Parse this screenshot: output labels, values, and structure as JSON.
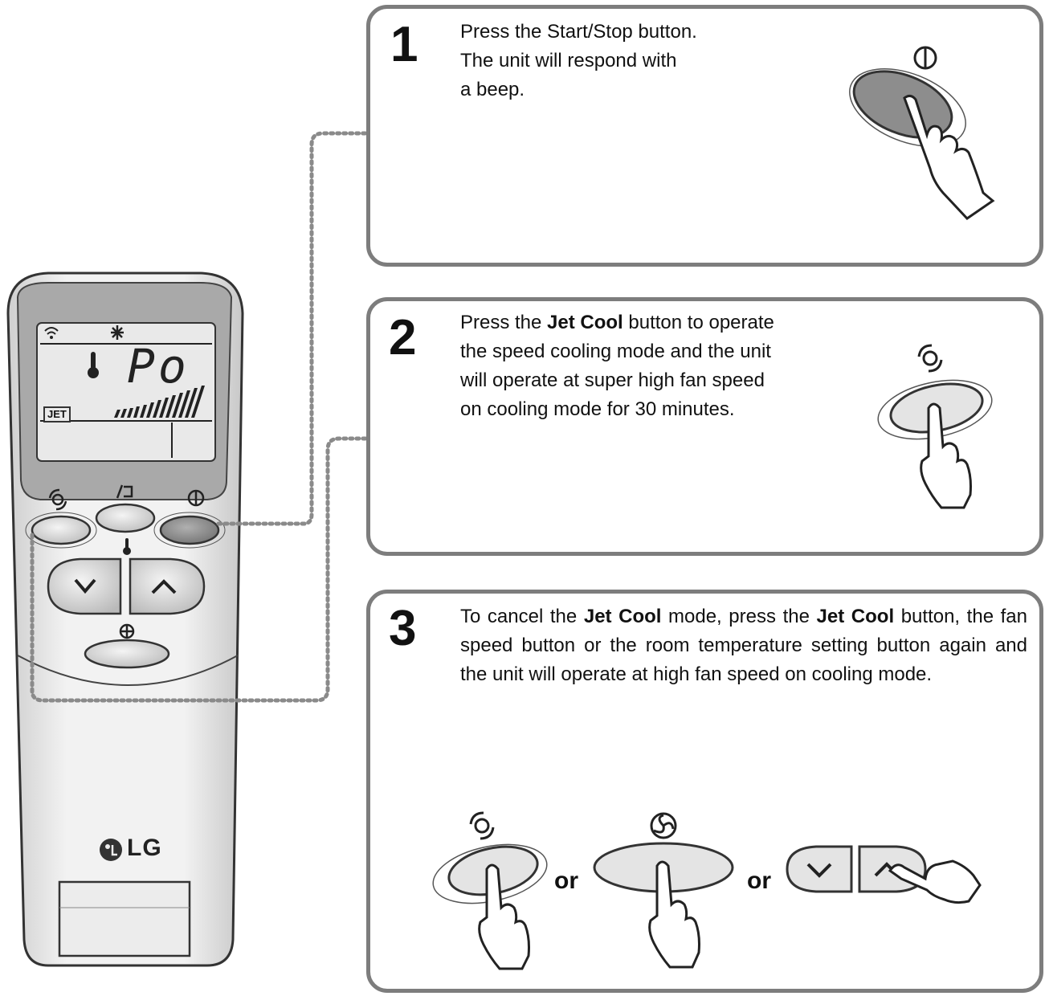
{
  "remote": {
    "display": {
      "mode_readout": "Po",
      "jet_label": "JET"
    },
    "brand": "LG",
    "icons": [
      "signal-icon",
      "snowflake-icon",
      "thermometer-icon",
      "jet-cool-icon",
      "airflow-icon",
      "power-icon",
      "fan-speed-icon",
      "down-arrow-icon",
      "up-arrow-icon"
    ]
  },
  "steps": [
    {
      "number": "1",
      "segments": [
        {
          "text": "Press the Start/Stop button.",
          "bold": false,
          "br": true
        },
        {
          "text": "The unit will respond with",
          "bold": false,
          "br": true
        },
        {
          "text": "a beep.",
          "bold": false,
          "br": false
        }
      ]
    },
    {
      "number": "2",
      "segments": [
        {
          "text": "Press the ",
          "bold": false,
          "br": false
        },
        {
          "text": "Jet Cool",
          "bold": true,
          "br": false
        },
        {
          "text": " button to operate",
          "bold": false,
          "br": true
        },
        {
          "text": "the speed cooling mode and the unit",
          "bold": false,
          "br": true
        },
        {
          "text": "will operate at super high fan speed",
          "bold": false,
          "br": true
        },
        {
          "text": "on cooling mode for 30 minutes.",
          "bold": false,
          "br": false
        }
      ]
    },
    {
      "number": "3",
      "segments": [
        {
          "text": "To cancel the ",
          "bold": false,
          "br": false
        },
        {
          "text": "Jet Cool",
          "bold": true,
          "br": false
        },
        {
          "text": " mode, press the ",
          "bold": false,
          "br": false
        },
        {
          "text": "Jet Cool",
          "bold": true,
          "br": false
        },
        {
          "text": " button, the fan speed button or the room temperature setting button again and the unit will operate at high fan speed on cooling mode.",
          "bold": false,
          "br": false
        }
      ]
    }
  ],
  "alternatives": {
    "or_1": "or",
    "or_2": "or"
  },
  "colors": {
    "box_border": "#7d7d7d",
    "button_gray": "#9a9a9a",
    "display_bg": "#e9e9e9"
  }
}
